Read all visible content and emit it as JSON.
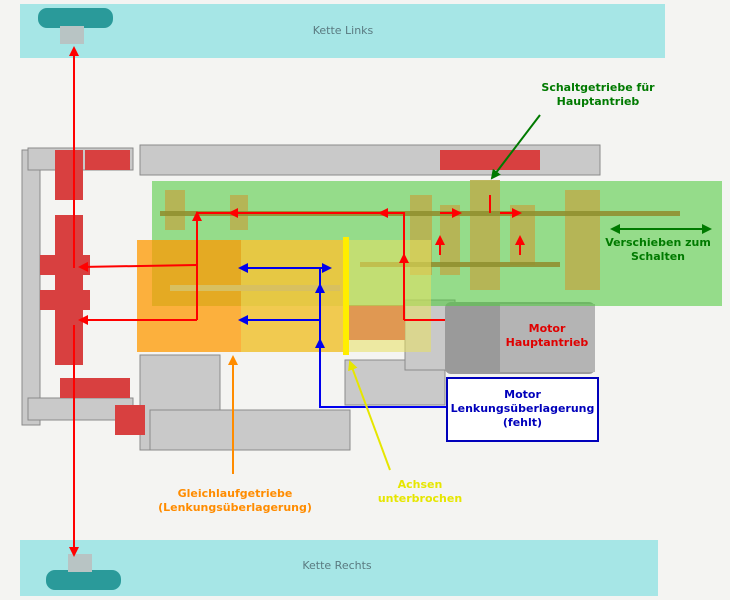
{
  "tracks": {
    "left": "Kette Links",
    "right": "Kette Rechts"
  },
  "labels": {
    "shift_gearbox": {
      "line1": "Schaltgetriebe für",
      "line2": "Hauptantrieb"
    },
    "shift_action": {
      "line1": "Verschieben zum",
      "line2": "Schalten"
    },
    "main_motor": {
      "line1": "Motor",
      "line2": "Hauptantrieb"
    },
    "steering_motor": {
      "line1": "Motor",
      "line2": "Lenkungsüberlagerung",
      "line3": "(fehlt)"
    },
    "axles_interrupted": {
      "line1": "Achsen",
      "line2": "unterbrochen"
    },
    "synchro_gearbox": {
      "line1": "Gleichlaufgetriebe",
      "line2": "(Lenkungsüberlagerung)"
    }
  },
  "colors": {
    "track_band": "#a6e6e6",
    "shift_zone": "#55cc44",
    "diff_zone": "#ff9900",
    "main_drive": "#ff0000",
    "steering_drive": "#0000ee",
    "interrupt_bar": "#ffee00",
    "label_green": "#007a00",
    "label_red": "#e00000",
    "label_blue": "#0000bb",
    "label_yellow": "#e6e600",
    "label_orange": "#ff8c00"
  },
  "icons": [
    "sprocket-icon-top",
    "sprocket-icon-bottom",
    "motor-icon"
  ]
}
